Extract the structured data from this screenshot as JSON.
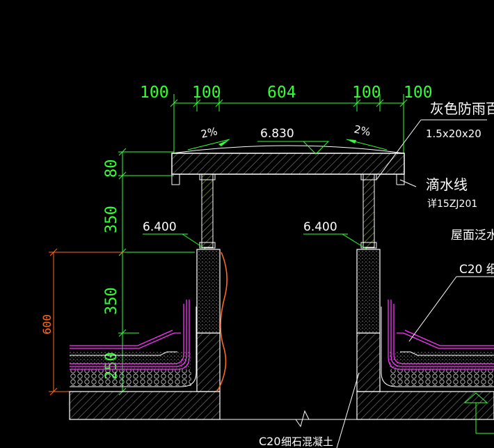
{
  "drawing": {
    "top_dimensions": [
      "100",
      "100",
      "604",
      "100",
      "100"
    ],
    "left_dimensions": [
      "80",
      "350",
      "350",
      "250"
    ],
    "overall_dimension": "600",
    "slope_left": "2%",
    "slope_right": "2%",
    "top_elevation": "6.830",
    "elevation_left": "6.400",
    "elevation_right": "6.400",
    "label_louver": "灰色防雨百叶",
    "label_louver_size": "1.5x20x20",
    "label_drip": "滴水线",
    "label_drip_ref": "详15ZJ201",
    "label_upturn": "屋面泛水",
    "label_c20_right": "C20  细",
    "label_c20_bottom": "C20",
    "label_c20_bottom_material": "细石混凝土"
  },
  "colors": {
    "background": "#000000",
    "dimension": "#33ff33",
    "annotation": "#ffffff",
    "waterproof": "#ff33ff",
    "rebar": "#ff6a1a"
  }
}
